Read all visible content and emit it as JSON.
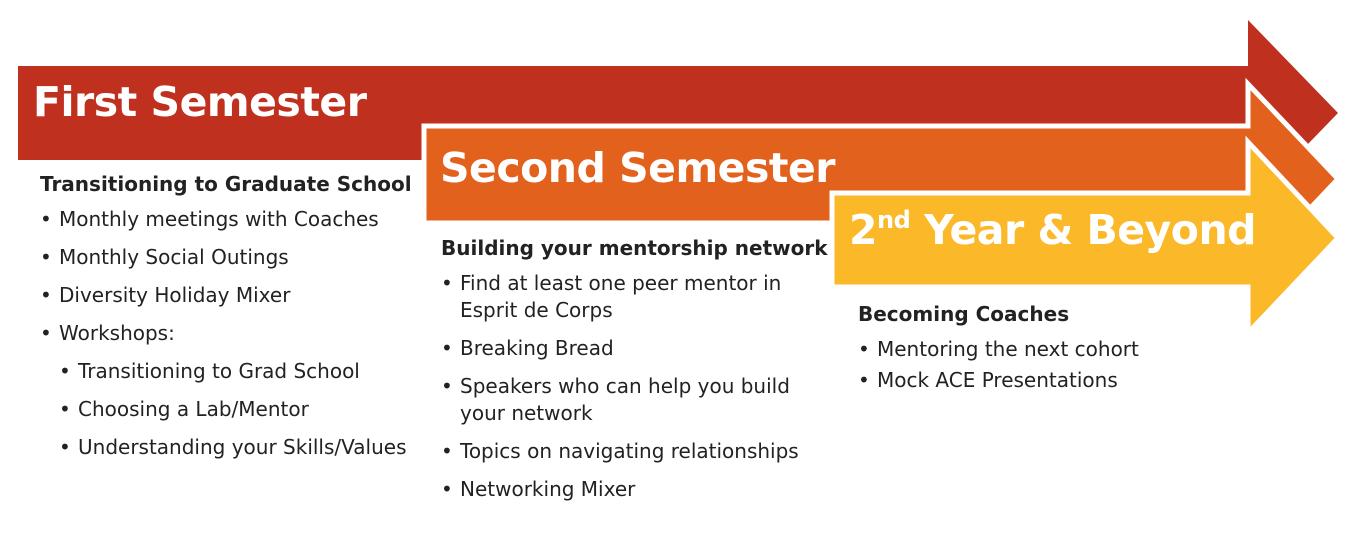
{
  "stages": [
    {
      "title": "First Semester",
      "title_sup": "",
      "title_rest": "",
      "color": "#c0301f",
      "heading": "Transitioning to Graduate School",
      "items": [
        {
          "text": "Monthly meetings with Coaches",
          "level": 1
        },
        {
          "text": "Monthly Social Outings",
          "level": 1
        },
        {
          "text": "Diversity Holiday Mixer",
          "level": 1
        },
        {
          "text": "Workshops:",
          "level": 1
        },
        {
          "text": "Transitioning to Grad School",
          "level": 2
        },
        {
          "text": "Choosing a Lab/Mentor",
          "level": 2
        },
        {
          "text": "Understanding your Skills/Values",
          "level": 2
        }
      ]
    },
    {
      "title": "Second Semester",
      "title_sup": "",
      "title_rest": "",
      "color": "#e2611c",
      "heading": "Building your mentorship network",
      "items": [
        {
          "text": "Find at least one peer mentor in Esprit de Corps",
          "level": 1
        },
        {
          "text": "Breaking Bread",
          "level": 1
        },
        {
          "text": "Speakers who can help you build your network",
          "level": 1
        },
        {
          "text": "Topics on navigating relationships",
          "level": 1
        },
        {
          "text": "Networking Mixer",
          "level": 1
        }
      ]
    },
    {
      "title": "2",
      "title_sup": "nd",
      "title_rest": " Year & Beyond",
      "color": "#fbb829",
      "heading": "Becoming Coaches",
      "items": [
        {
          "text": "Mentoring the next cohort",
          "level": 1
        },
        {
          "text": "Mock ACE Presentations",
          "level": 1
        }
      ]
    }
  ]
}
